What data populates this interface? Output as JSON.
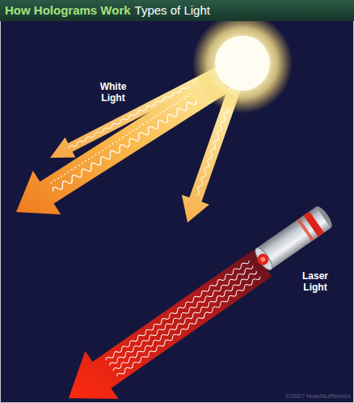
{
  "diagram": {
    "title": "How Holograms Work",
    "labels": [
      "Types of Light",
      "White Light",
      "Laser Light",
      "©2007 HowStuffWorks"
    ]
  }
}
